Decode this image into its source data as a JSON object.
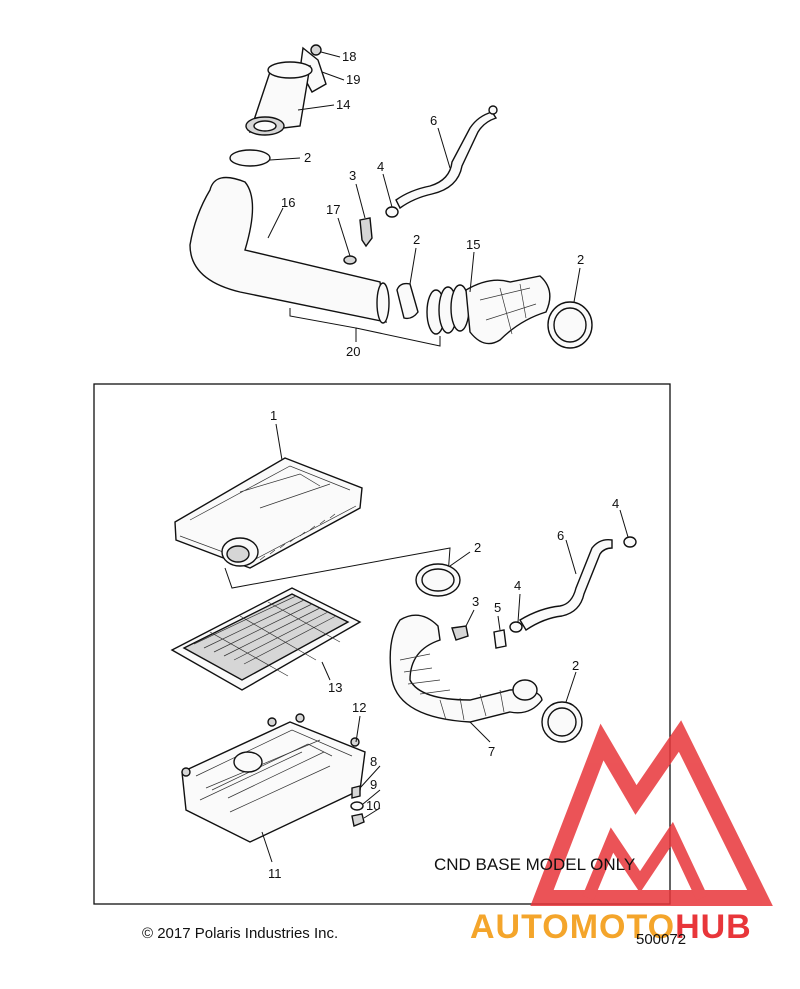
{
  "callouts": {
    "c18": "18",
    "c19": "19",
    "c14": "14",
    "c2a": "2",
    "c6a": "6",
    "c4a": "4",
    "c3a": "3",
    "c16": "16",
    "c17": "17",
    "c2b": "2",
    "c15": "15",
    "c2c": "2",
    "c20": "20",
    "c1": "1",
    "c2d": "2",
    "c6b": "6",
    "c4b": "4",
    "c3b": "3",
    "c5": "5",
    "c4c": "4",
    "c13": "13",
    "c2e": "2",
    "c12": "12",
    "c7": "7",
    "c8": "8",
    "c9": "9",
    "c10": "10",
    "c11": "11"
  },
  "notes": {
    "inset_label": "CND BASE MODEL ONLY"
  },
  "footer": {
    "copyright": "© 2017 Polaris Industries Inc.",
    "doc_number": "500072"
  },
  "watermark": {
    "brand_part1": "AUTOMOTO",
    "brand_part2": "HUB",
    "color_red": "#e8363a",
    "color_orange": "#f4a52b"
  }
}
